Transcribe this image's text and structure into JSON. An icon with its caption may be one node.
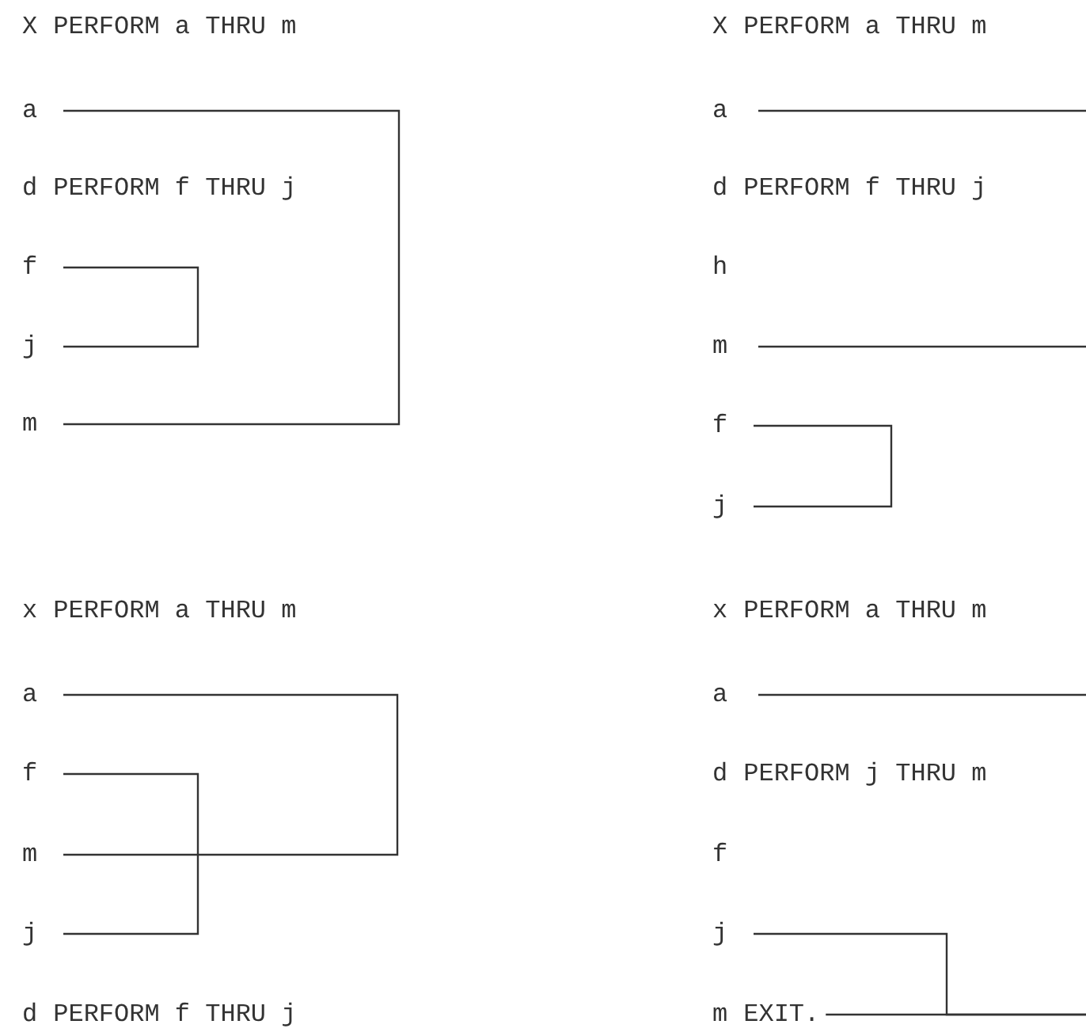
{
  "diagram": {
    "nodes": [
      {
        "text": [
          "X",
          "PERFORM a THRU m"
        ]
      },
      {
        "text": [
          "a"
        ]
      },
      {
        "text": [
          "d",
          "PERFORM f THRU j"
        ]
      },
      {
        "text": [
          "f"
        ]
      },
      {
        "text": [
          "j"
        ]
      },
      {
        "text": [
          "m"
        ]
      },
      {
        "text": [
          "X",
          "PERFORM a THRU m"
        ]
      },
      {
        "text": [
          "a"
        ]
      },
      {
        "text": [
          "d",
          "PERFORM f THRU j"
        ]
      },
      {
        "text": [
          "h"
        ]
      },
      {
        "text": [
          "m"
        ]
      },
      {
        "text": [
          "f"
        ]
      },
      {
        "text": [
          "j"
        ]
      },
      {
        "text": [
          "x",
          "PERFORM a THRU m"
        ]
      },
      {
        "text": [
          "a"
        ]
      },
      {
        "text": [
          "f"
        ]
      },
      {
        "text": [
          "m"
        ]
      },
      {
        "text": [
          "j"
        ]
      },
      {
        "text": [
          "d",
          "PERFORM f THRU j"
        ]
      },
      {
        "text": [
          "x",
          "PERFORM a THRU m"
        ]
      },
      {
        "text": [
          "a"
        ]
      },
      {
        "text": [
          "d",
          "PERFORM j THRU m"
        ]
      },
      {
        "text": [
          "f"
        ]
      },
      {
        "text": [
          "j"
        ]
      },
      {
        "text": [
          "m",
          "EXIT."
        ]
      }
    ],
    "edges": [
      {
        "from": 1,
        "to": 5,
        "arrow": "none"
      },
      {
        "from": 3,
        "to": 4,
        "arrow": "none"
      },
      {
        "from": 7,
        "to": null,
        "arrow": "none"
      },
      {
        "from": 10,
        "to": null,
        "arrow": "none"
      },
      {
        "from": 11,
        "to": 12,
        "arrow": "none"
      },
      {
        "from": 14,
        "to": 16,
        "arrow": "none"
      },
      {
        "from": 15,
        "to": 17,
        "arrow": "none"
      },
      {
        "from": 20,
        "to": null,
        "arrow": "none"
      },
      {
        "from": 23,
        "to": null,
        "arrow": "none"
      },
      {
        "from": 24,
        "to": null,
        "arrow": "none"
      }
    ]
  }
}
